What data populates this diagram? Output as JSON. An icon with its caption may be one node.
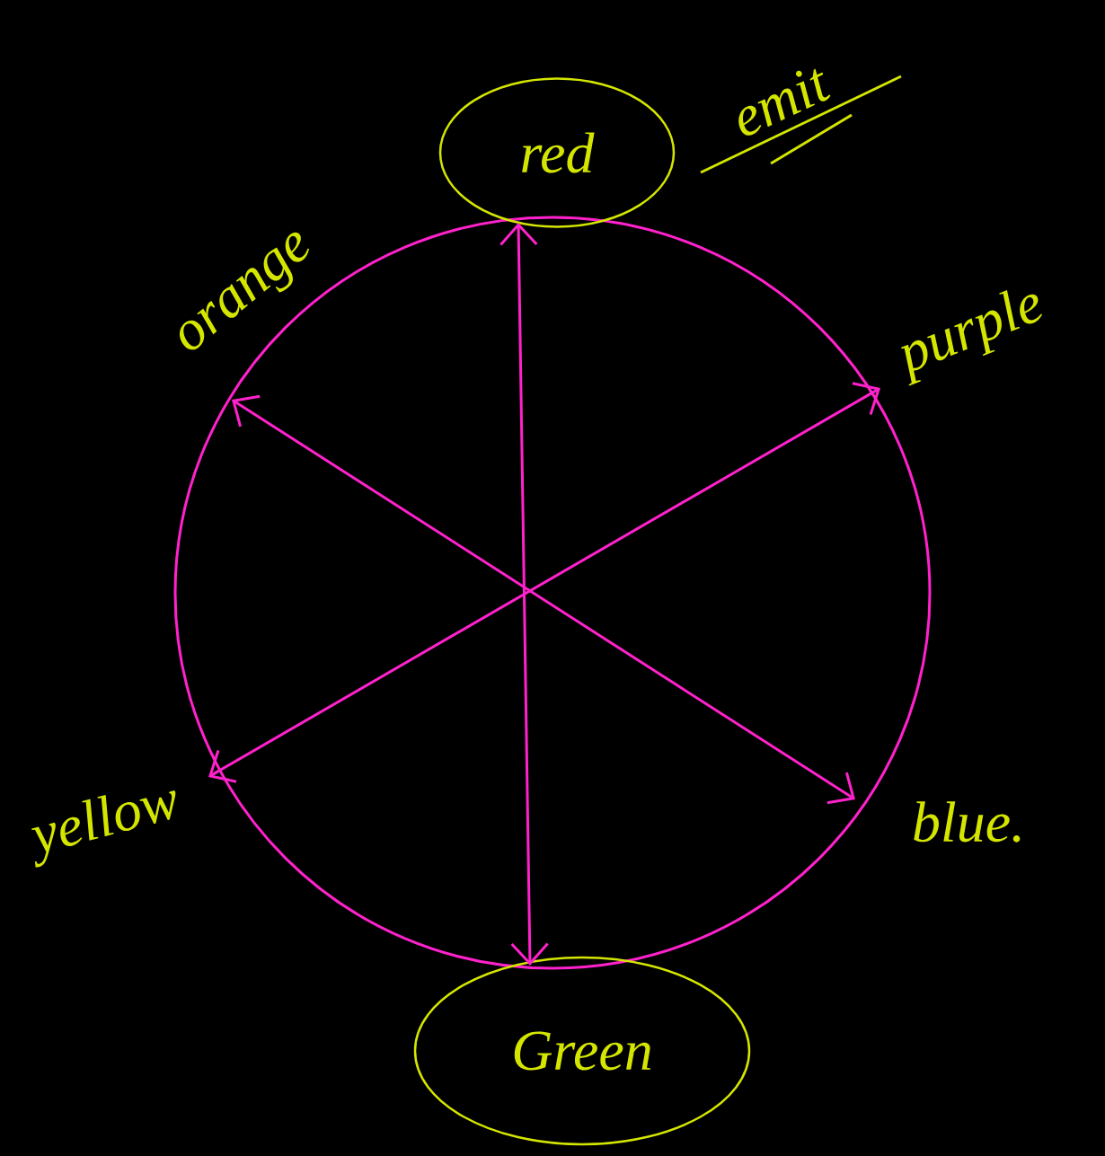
{
  "diagram": {
    "nodes": [
      {
        "text": [
          "red"
        ]
      },
      {
        "text": [
          "orange"
        ]
      },
      {
        "text": [
          "purple"
        ]
      },
      {
        "text": [
          "yellow"
        ]
      },
      {
        "text": [
          "blue."
        ]
      },
      {
        "text": [
          "Green"
        ]
      }
    ],
    "edges": [
      {
        "from": 0,
        "to": 5,
        "arrow": "both"
      },
      {
        "from": 1,
        "to": 4,
        "arrow": "both"
      },
      {
        "from": 3,
        "to": 2,
        "arrow": "both"
      }
    ],
    "labels": [
      "emit"
    ]
  }
}
